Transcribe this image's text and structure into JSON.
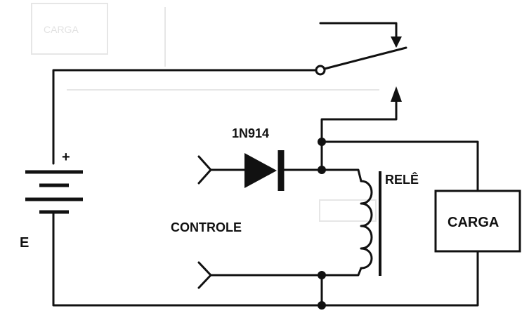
{
  "labels": {
    "diode": "1N914",
    "plus": "+",
    "battery": "E",
    "relay": "RELÊ",
    "control": "CONTROLE",
    "load": "CARGA"
  },
  "colors": {
    "ink": "#111111",
    "paper": "#ffffff"
  }
}
